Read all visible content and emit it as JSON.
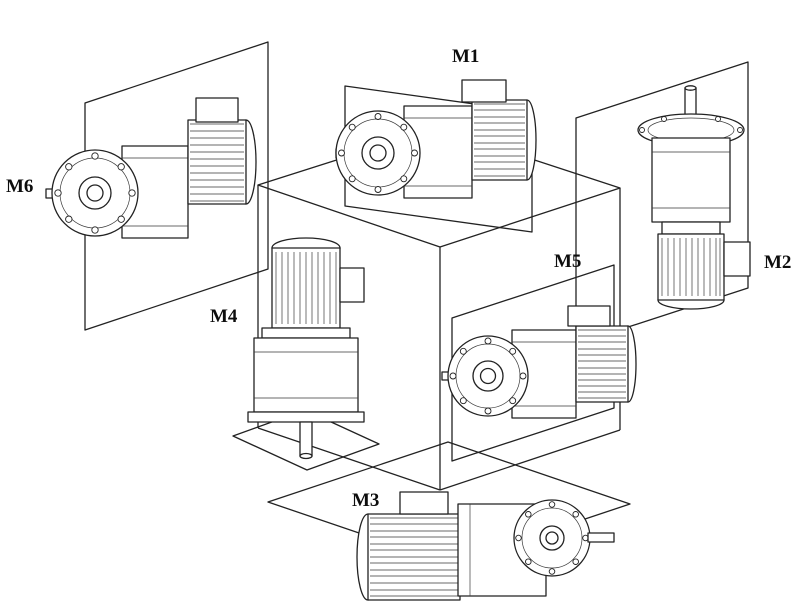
{
  "diagram": {
    "labels": {
      "m1": "M1",
      "m2": "M2",
      "m3": "M3",
      "m4": "M4",
      "m5": "M5",
      "m6": "M6"
    }
  }
}
